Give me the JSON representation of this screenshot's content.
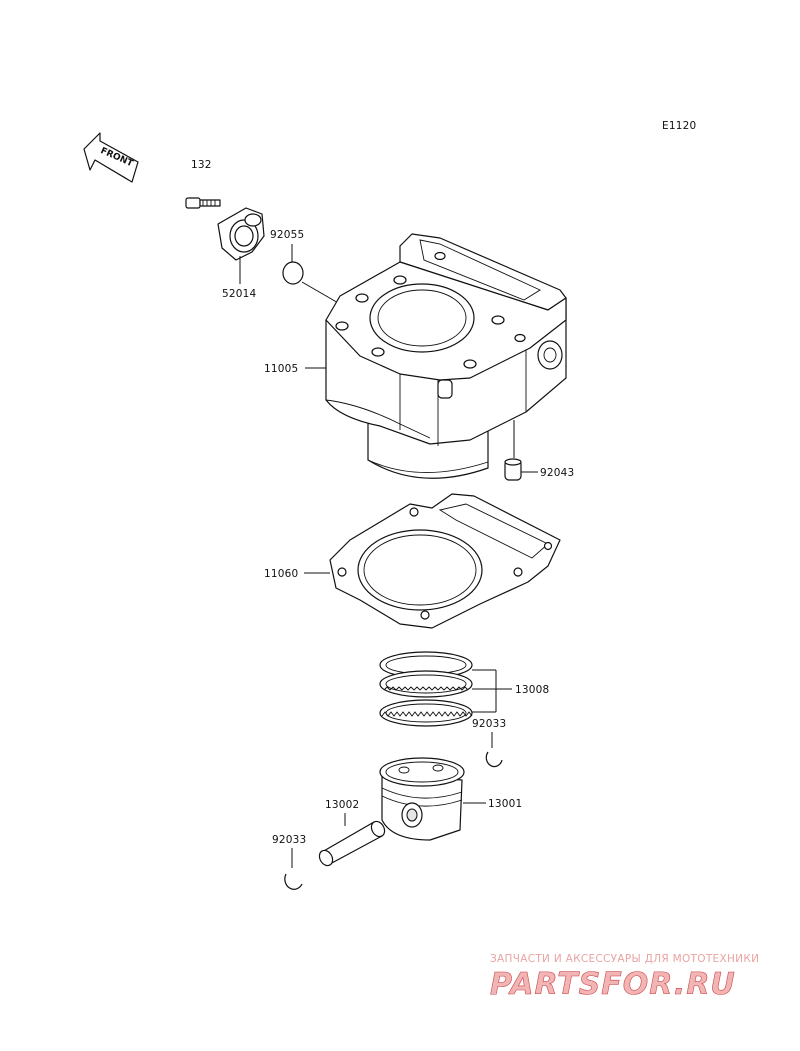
{
  "diagram": {
    "code": "E1120",
    "front_label": "FRONT",
    "parts": [
      {
        "number": "132"
      },
      {
        "number": "92055"
      },
      {
        "number": "52014"
      },
      {
        "number": "11005"
      },
      {
        "number": "92043"
      },
      {
        "number": "11060"
      },
      {
        "number": "13008"
      },
      {
        "number": "92033"
      },
      {
        "number": "13002"
      },
      {
        "number": "13001"
      },
      {
        "number": "92033"
      }
    ]
  },
  "watermark": {
    "tagline": "ЗАПЧАСТИ И АКСЕССУАРЫ ДЛЯ МОТОТЕХНИКИ",
    "brand": "PARTSFOR.RU",
    "color": "#e05555"
  }
}
